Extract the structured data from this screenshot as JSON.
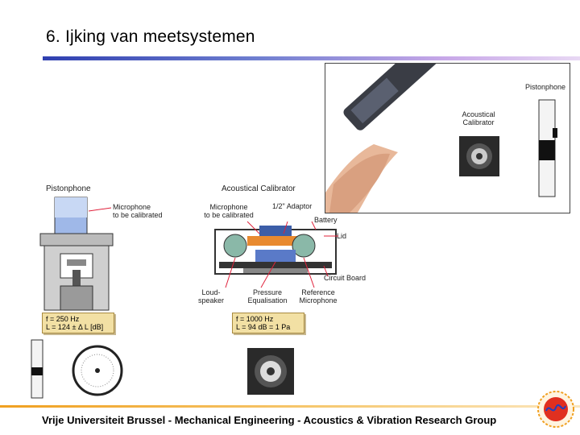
{
  "slide": {
    "title": "6. Ijking van meetsystemen",
    "footer": "Vrije Universiteit Brussel - Mechanical Engineering - Acoustics & Vibration Research Group"
  },
  "photo": {
    "label_pistonphone": "Pistonphone",
    "label_acoustical": "Acoustical",
    "label_calibrator": "Calibrator"
  },
  "pistonphone_diagram": {
    "heading": "Pistonphone",
    "mic_label_1": "Microphone",
    "mic_label_2": "to be calibrated",
    "spec_line_1": "f = 250 Hz",
    "spec_line_2": "L = 124 ± Δ L [dB]"
  },
  "calibrator_diagram": {
    "heading": "Acoustical Calibrator",
    "mic_label_1": "Microphone",
    "mic_label_2": "to be calibrated",
    "adaptor": "1/2\" Adaptor",
    "battery": "Battery",
    "lid": "Lid",
    "circuit_board": "Circuit Board",
    "loudspeaker_1": "Loud-",
    "loudspeaker_2": "speaker",
    "pressure_1": "Pressure",
    "pressure_2": "Equalisation",
    "reference_1": "Reference",
    "reference_2": "Microphone",
    "spec_line_1": "f = 1000 Hz",
    "spec_line_2": "L = 94 dB = 1 Pa"
  },
  "colors": {
    "title_rule": "#2f3fb0",
    "footer_rule": "#f0a020",
    "spec_box": "#f2e0a4",
    "leader_line": "#e0203a"
  }
}
